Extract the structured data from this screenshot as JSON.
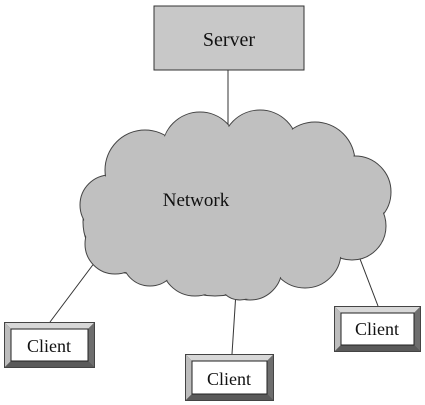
{
  "server": {
    "label": "Server"
  },
  "network": {
    "label": "Network"
  },
  "clients": [
    {
      "label": "Client"
    },
    {
      "label": "Client"
    },
    {
      "label": "Client"
    }
  ],
  "colors": {
    "server_fill": "#c8c8c8",
    "cloud_fill": "#c0c0c0",
    "client_fill": "#ffffff",
    "client_bevel_dark": "#6e6e6e",
    "client_bevel_light": "#d8d8d8",
    "line": "#333333"
  }
}
